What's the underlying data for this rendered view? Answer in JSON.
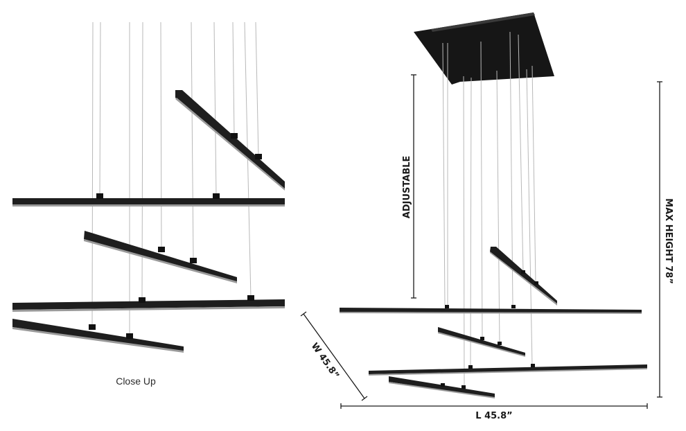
{
  "caption": "Close Up",
  "dimensions": {
    "adjustable": "ADJUSTABLE",
    "max_height": "MAX HEIGHT 78”",
    "width": "W 45.8”",
    "length": "L 45.8”"
  },
  "colors": {
    "fixture": "#1e1e1e",
    "diffuser": "#9a9a9a",
    "wire": "#b8b8b8",
    "canopy": "#161616"
  }
}
